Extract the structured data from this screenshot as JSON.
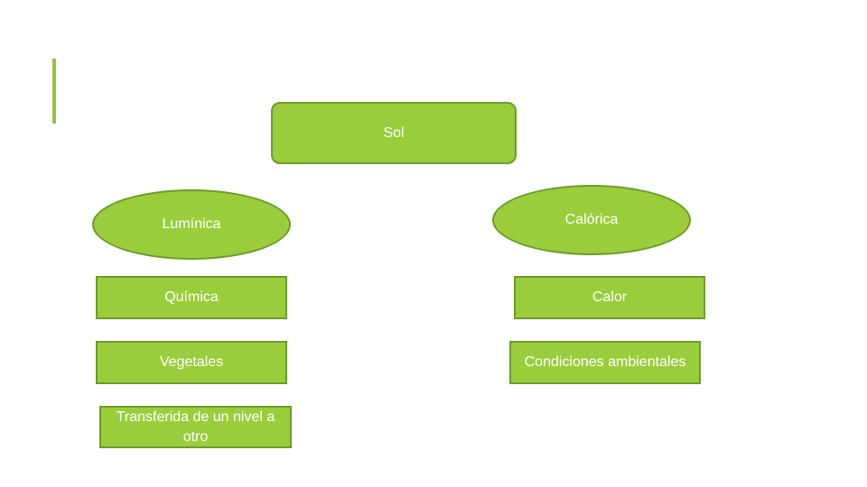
{
  "nodes": {
    "root": "Sol",
    "left": {
      "energy_type": "Lumínica",
      "step1": "Química",
      "step2": "Vegetales",
      "step3": "Transferida de un nivel a otro"
    },
    "right": {
      "energy_type": "Calórica",
      "step1": "Calor",
      "step2": "Condiciones ambientales"
    }
  },
  "colors": {
    "node_fill": "#9acd3c",
    "node_border": "#6f9a2a",
    "text": "#ffffff",
    "accent": "#8cc63f",
    "background": "#ffffff"
  }
}
